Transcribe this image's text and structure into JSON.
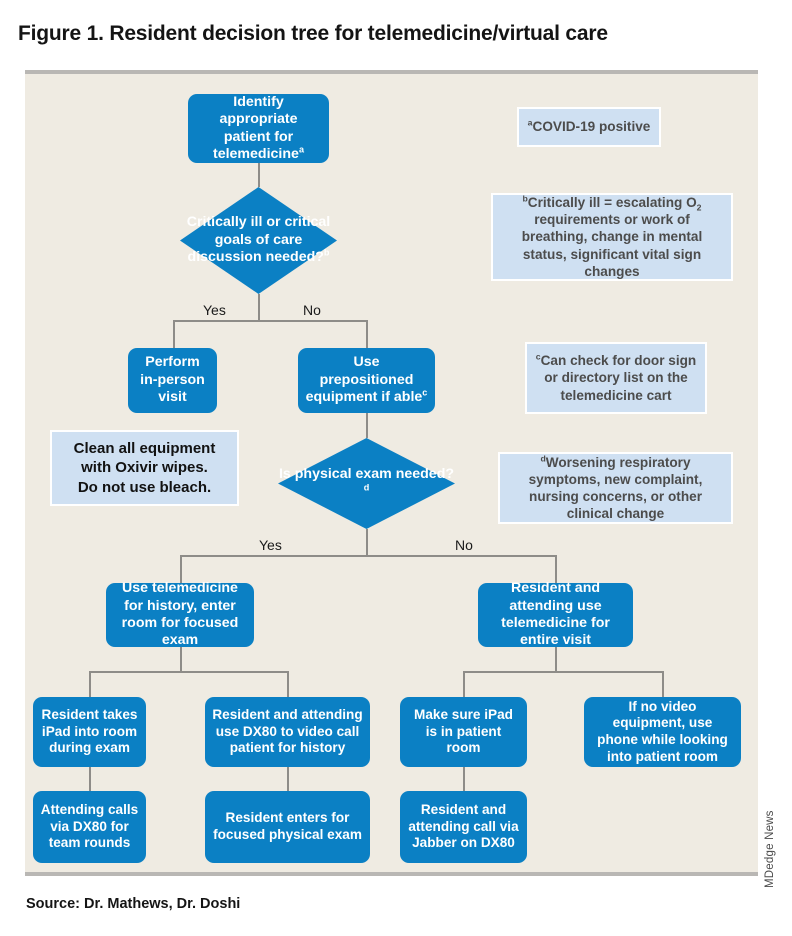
{
  "figure": {
    "title": "Figure 1. Resident decision tree for telemedicine/virtual care",
    "source": "Source: Dr. Mathews, Dr. Doshi",
    "credit": "MDedge News"
  },
  "colors": {
    "node_blue": "#0b80c4",
    "note_blue": "#cfe0f2",
    "canvas_beige": "#efebe2",
    "frame_gray": "#b9b7b4",
    "connector_gray": "#8e8c88"
  },
  "nodes": {
    "identify": "Identify appropriate patient for telemedicine",
    "identify_sup": "a",
    "critically_ill": "Critically ill or critical goals of care discussion needed?",
    "critically_ill_sup": "b",
    "perform_in_person": "Perform in-person visit",
    "use_prepositioned": "Use prepositioned equipment if able",
    "use_prepositioned_sup": "c",
    "physical_exam": "Is physical exam needed?",
    "physical_exam_sup": "d",
    "telemed_history": "Use telemedicine for history, enter room for focused exam",
    "resident_attending_entire": "Resident and attending use telemedicine for entire visit",
    "resident_ipad": "Resident takes iPad into room during exam",
    "attending_calls": "Attending calls via DX80 for team rounds",
    "resident_dx80_video": "Resident and attending use DX80 to video call patient for history",
    "resident_enters": "Resident enters for focused physical exam",
    "make_sure_ipad": "Make sure iPad is in patient room",
    "resident_jabber": "Resident and attending call via Jabber on DX80",
    "no_video_equipment": "If no video equipment, use phone while looking into patient room"
  },
  "branch_labels": {
    "d1_yes": "Yes",
    "d1_no": "No",
    "d2_yes": "Yes",
    "d2_no": "No"
  },
  "notes": {
    "note_a_marker": "a",
    "note_a": "COVID-19 positive",
    "note_b_marker": "b",
    "note_b_line1": "Critically ill = escalating O",
    "note_b_sub": "2",
    "note_b_line2": "requirements or work of breathing, change in mental status, significant vital sign changes",
    "note_c_marker": "c",
    "note_c": "Can check for door sign or directory list on the telemedicine cart",
    "note_d_marker": "d",
    "note_d": "Worsening respiratory symptoms, new complaint, nursing concerns, or other clinical change",
    "clean_line1": "Clean all equipment",
    "clean_line2": "with Oxivir wipes.",
    "clean_line3": "Do not use bleach."
  }
}
